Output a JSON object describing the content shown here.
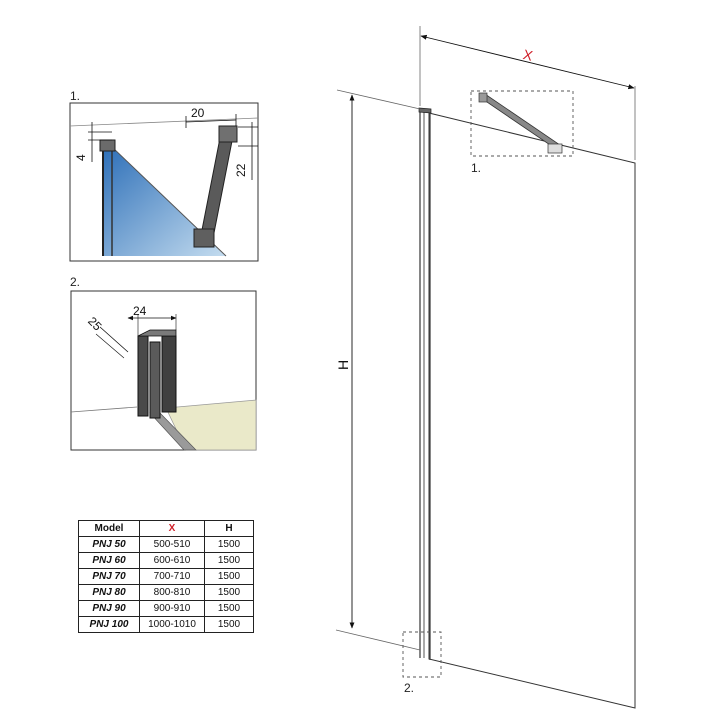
{
  "detail1": {
    "label": "1.",
    "dim_top": "20",
    "dim_left": "4",
    "dim_right": "22"
  },
  "detail2": {
    "label": "2.",
    "dim_a": "25",
    "dim_b": "24"
  },
  "main": {
    "x_label": "X",
    "h_label": "H",
    "callout1": "1.",
    "callout2": "2."
  },
  "colors": {
    "glass": "#3f7fc4",
    "x_accent": "#d0202a",
    "floor": "#eae9c9",
    "frame": "#4a4a4a"
  },
  "table": {
    "headers": [
      "Model",
      "X",
      "H"
    ],
    "rows": [
      [
        "PNJ 50",
        "500-510",
        "1500"
      ],
      [
        "PNJ 60",
        "600-610",
        "1500"
      ],
      [
        "PNJ 70",
        "700-710",
        "1500"
      ],
      [
        "PNJ 80",
        "800-810",
        "1500"
      ],
      [
        "PNJ 90",
        "900-910",
        "1500"
      ],
      [
        "PNJ 100",
        "1000-1010",
        "1500"
      ]
    ]
  }
}
